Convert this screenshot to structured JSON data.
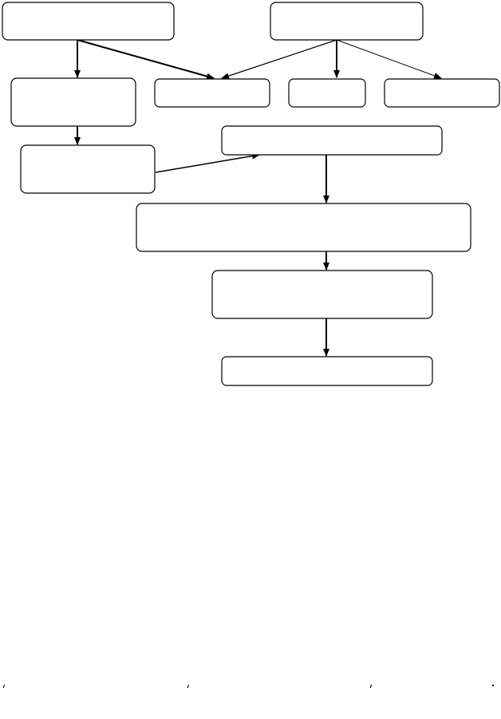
{
  "diagram": {
    "nodes": [
      {
        "id": "n1",
        "label": ""
      },
      {
        "id": "n2",
        "label": ""
      },
      {
        "id": "n3",
        "label": ""
      },
      {
        "id": "n4",
        "label": ""
      },
      {
        "id": "n5",
        "label": ""
      },
      {
        "id": "n6",
        "label": ""
      },
      {
        "id": "n7",
        "label": ""
      },
      {
        "id": "n8",
        "label": ""
      },
      {
        "id": "n9",
        "label": ""
      },
      {
        "id": "n10",
        "label": ""
      },
      {
        "id": "n11",
        "label": ""
      },
      {
        "id": "n12",
        "label": ""
      }
    ],
    "edges": [
      {
        "from": "n1",
        "to": "n3"
      },
      {
        "from": "n1",
        "to": "n4"
      },
      {
        "from": "n2",
        "to": "n4"
      },
      {
        "from": "n2",
        "to": "n5"
      },
      {
        "from": "n2",
        "to": "n6"
      },
      {
        "from": "n3",
        "to": "n7"
      },
      {
        "from": "n7",
        "to": "n8"
      },
      {
        "from": "n8",
        "to": "n9"
      },
      {
        "from": "n9",
        "to": "n10"
      },
      {
        "from": "n10",
        "to": "n11"
      }
    ]
  }
}
